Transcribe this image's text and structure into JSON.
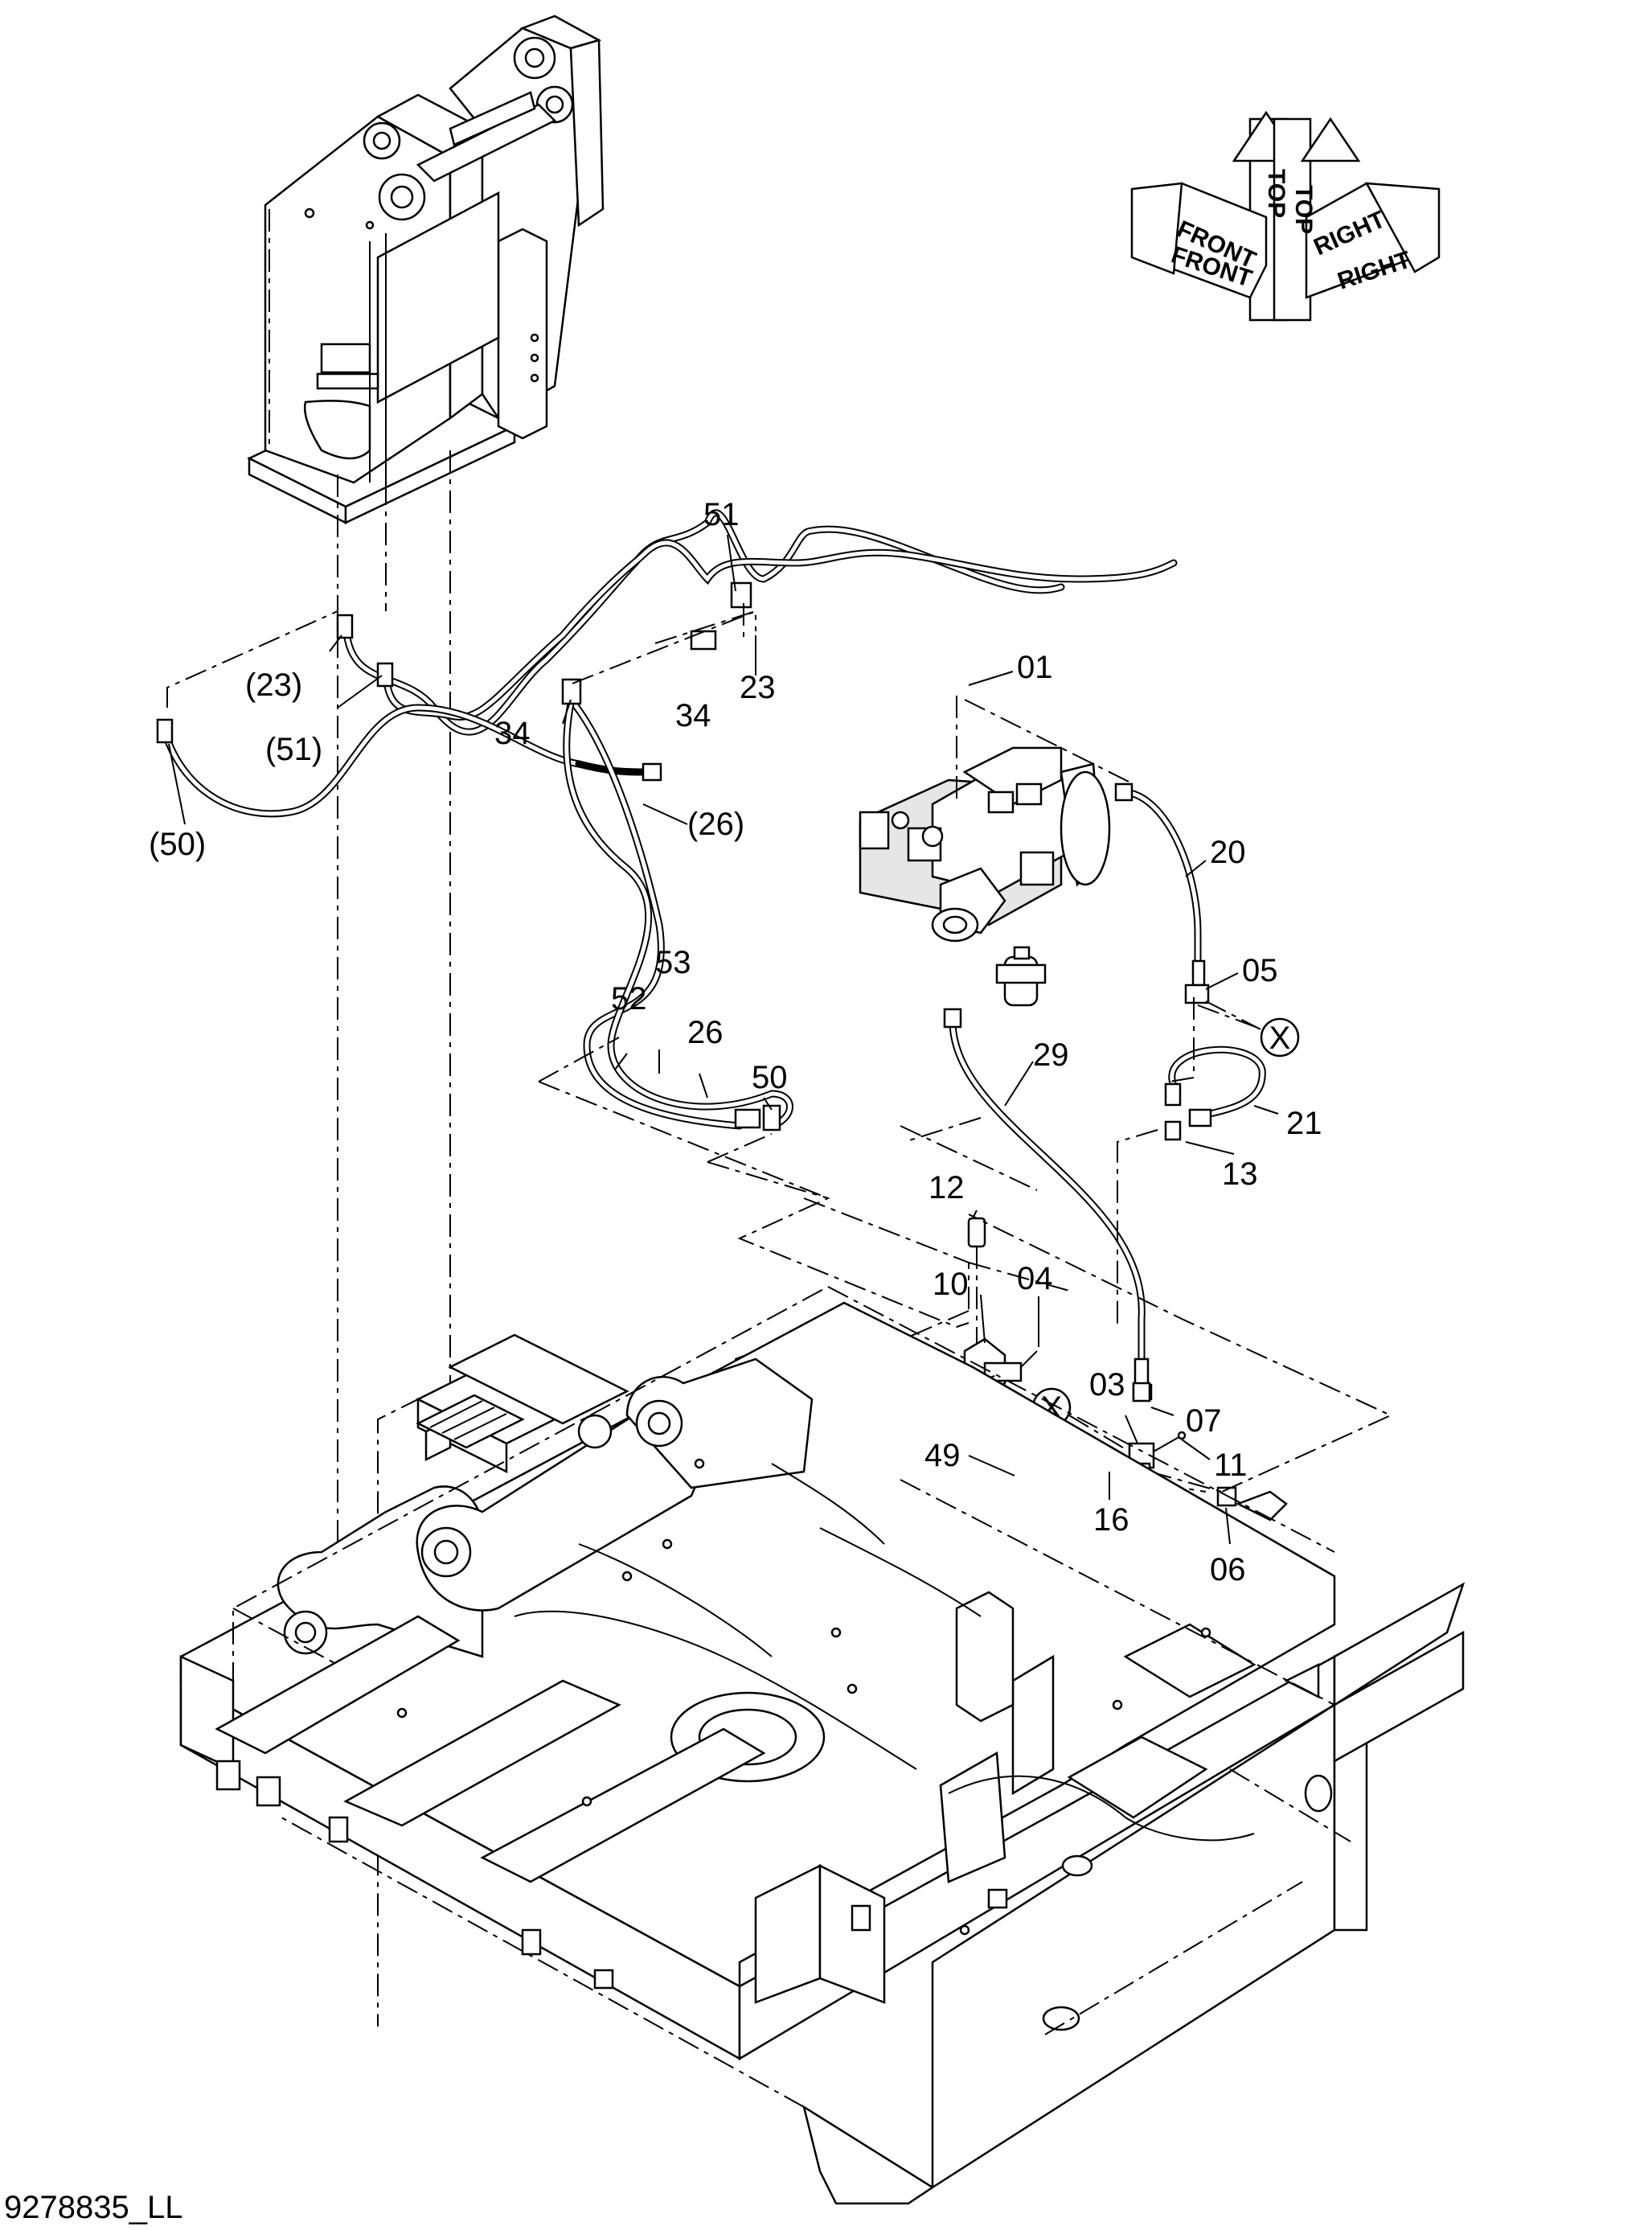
{
  "orientation": {
    "front": "FRONT",
    "top": "TOP",
    "right": "RIGHT",
    "front_shadow": "FRONT",
    "top_shadow": "TOP",
    "right_shadow": "RIGHT"
  },
  "callouts": {
    "c51": "51",
    "c23": "23",
    "c34a": "34",
    "c34b": "34",
    "c23p": "(23)",
    "c51p": "(51)",
    "c50p": "(50)",
    "c26p": "(26)",
    "c01": "01",
    "c20": "20",
    "c05": "05",
    "c53": "53",
    "c52": "52",
    "c26": "26",
    "c50": "50",
    "c29": "29",
    "c21": "21",
    "c13": "13",
    "c12": "12",
    "c10": "10",
    "c04": "04",
    "c03": "03",
    "c07": "07",
    "c49": "49",
    "c11": "11",
    "c16": "16",
    "c06": "06"
  },
  "markers": {
    "x1": "X",
    "x2": "X"
  },
  "drawing_number": "9278835_LL"
}
